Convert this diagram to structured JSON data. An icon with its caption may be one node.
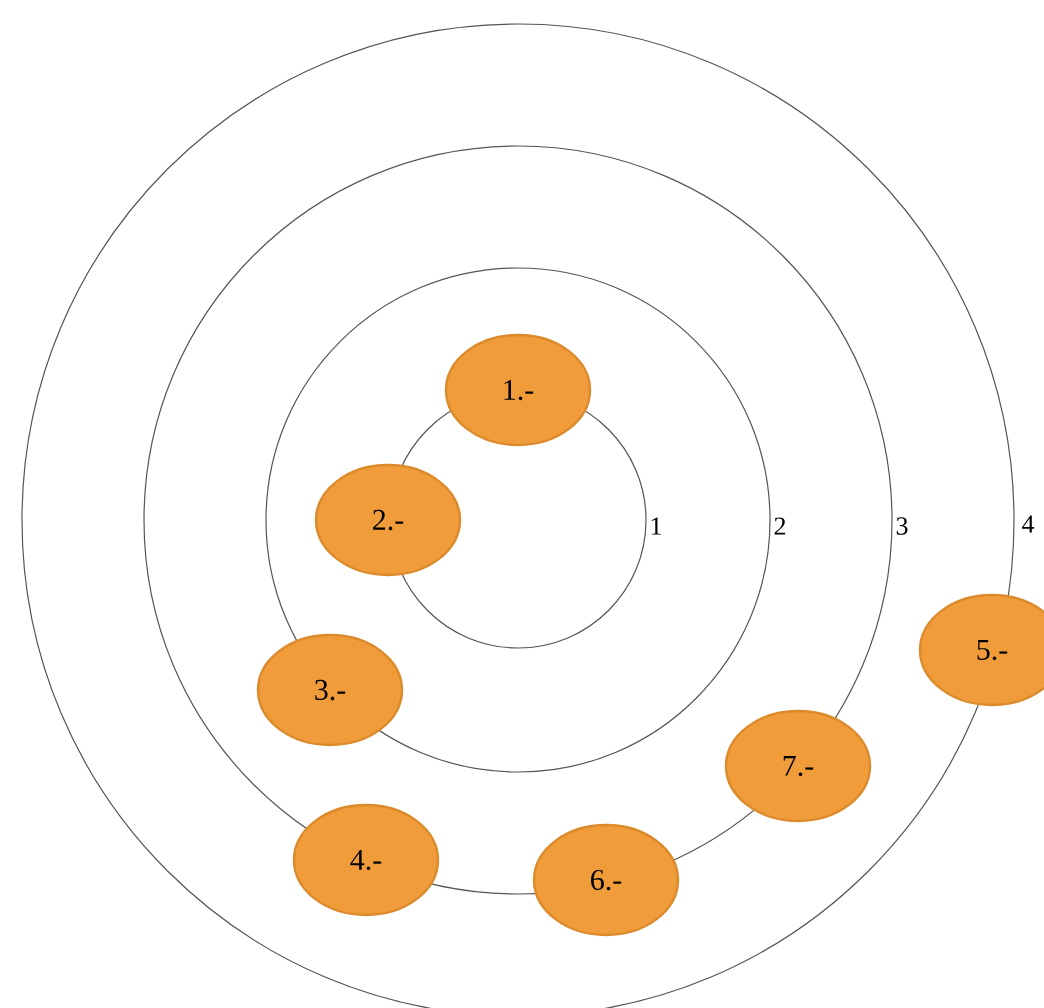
{
  "diagram": {
    "nodes": [
      {
        "text": [
          "1.-"
        ]
      },
      {
        "text": [
          "2.-"
        ]
      },
      {
        "text": [
          "3.-"
        ]
      },
      {
        "text": [
          "4.-"
        ]
      },
      {
        "text": [
          "5.-"
        ]
      },
      {
        "text": [
          "6.-"
        ]
      },
      {
        "text": [
          "7.-"
        ]
      }
    ],
    "labels": [
      "1",
      "2",
      "3",
      "4"
    ]
  }
}
